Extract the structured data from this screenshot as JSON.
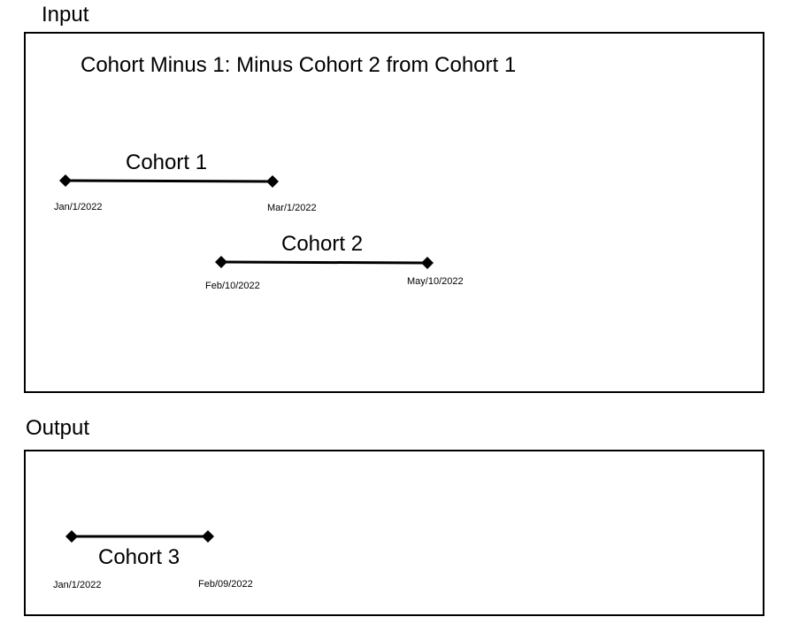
{
  "input": {
    "label": "Input",
    "title": "Cohort Minus 1: Minus Cohort 2 from Cohort 1",
    "cohorts": [
      {
        "name": "Cohort 1",
        "start_date": "Jan/1/2022",
        "end_date": "Mar/1/2022"
      },
      {
        "name": "Cohort 2",
        "start_date": "Feb/10/2022",
        "end_date": "May/10/2022"
      }
    ]
  },
  "output": {
    "label": "Output",
    "cohorts": [
      {
        "name": "Cohort 3",
        "start_date": "Jan/1/2022",
        "end_date": "Feb/09/2022"
      }
    ]
  },
  "colors": {
    "line": "#000000",
    "marker": "#000000",
    "border": "#000000",
    "background": "#ffffff"
  },
  "icons": {
    "endpoint": "diamond-marker-icon"
  }
}
